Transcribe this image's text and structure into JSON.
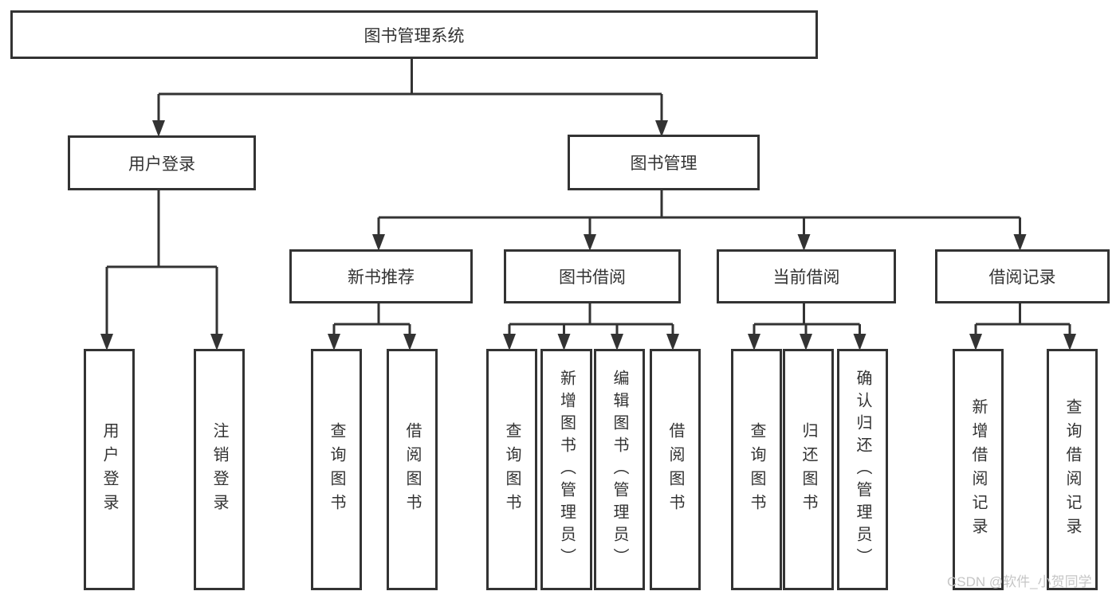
{
  "diagram": {
    "root": {
      "label": "图书管理系统"
    },
    "branches": [
      {
        "label": "用户登录",
        "children": [
          "用户登录",
          "注销登录"
        ]
      },
      {
        "label": "图书管理",
        "sections": [
          {
            "label": "新书推荐",
            "children": [
              "查询图书",
              "借阅图书"
            ]
          },
          {
            "label": "图书借阅",
            "children": [
              "查询图书",
              "新增图书（管理员）",
              "编辑图书（管理员）",
              "借阅图书"
            ]
          },
          {
            "label": "当前借阅",
            "children": [
              "查询图书",
              "归还图书",
              "确认归还（管理员）"
            ]
          },
          {
            "label": "借阅记录",
            "children": [
              "新增借阅记录",
              "查询借阅记录"
            ]
          }
        ]
      }
    ]
  },
  "watermark": {
    "text": "CSDN @软件_小贺同学"
  },
  "colors": {
    "line": "#333333",
    "text": "#333333",
    "background": "#ffffff",
    "watermark": "#c6c6c6"
  }
}
